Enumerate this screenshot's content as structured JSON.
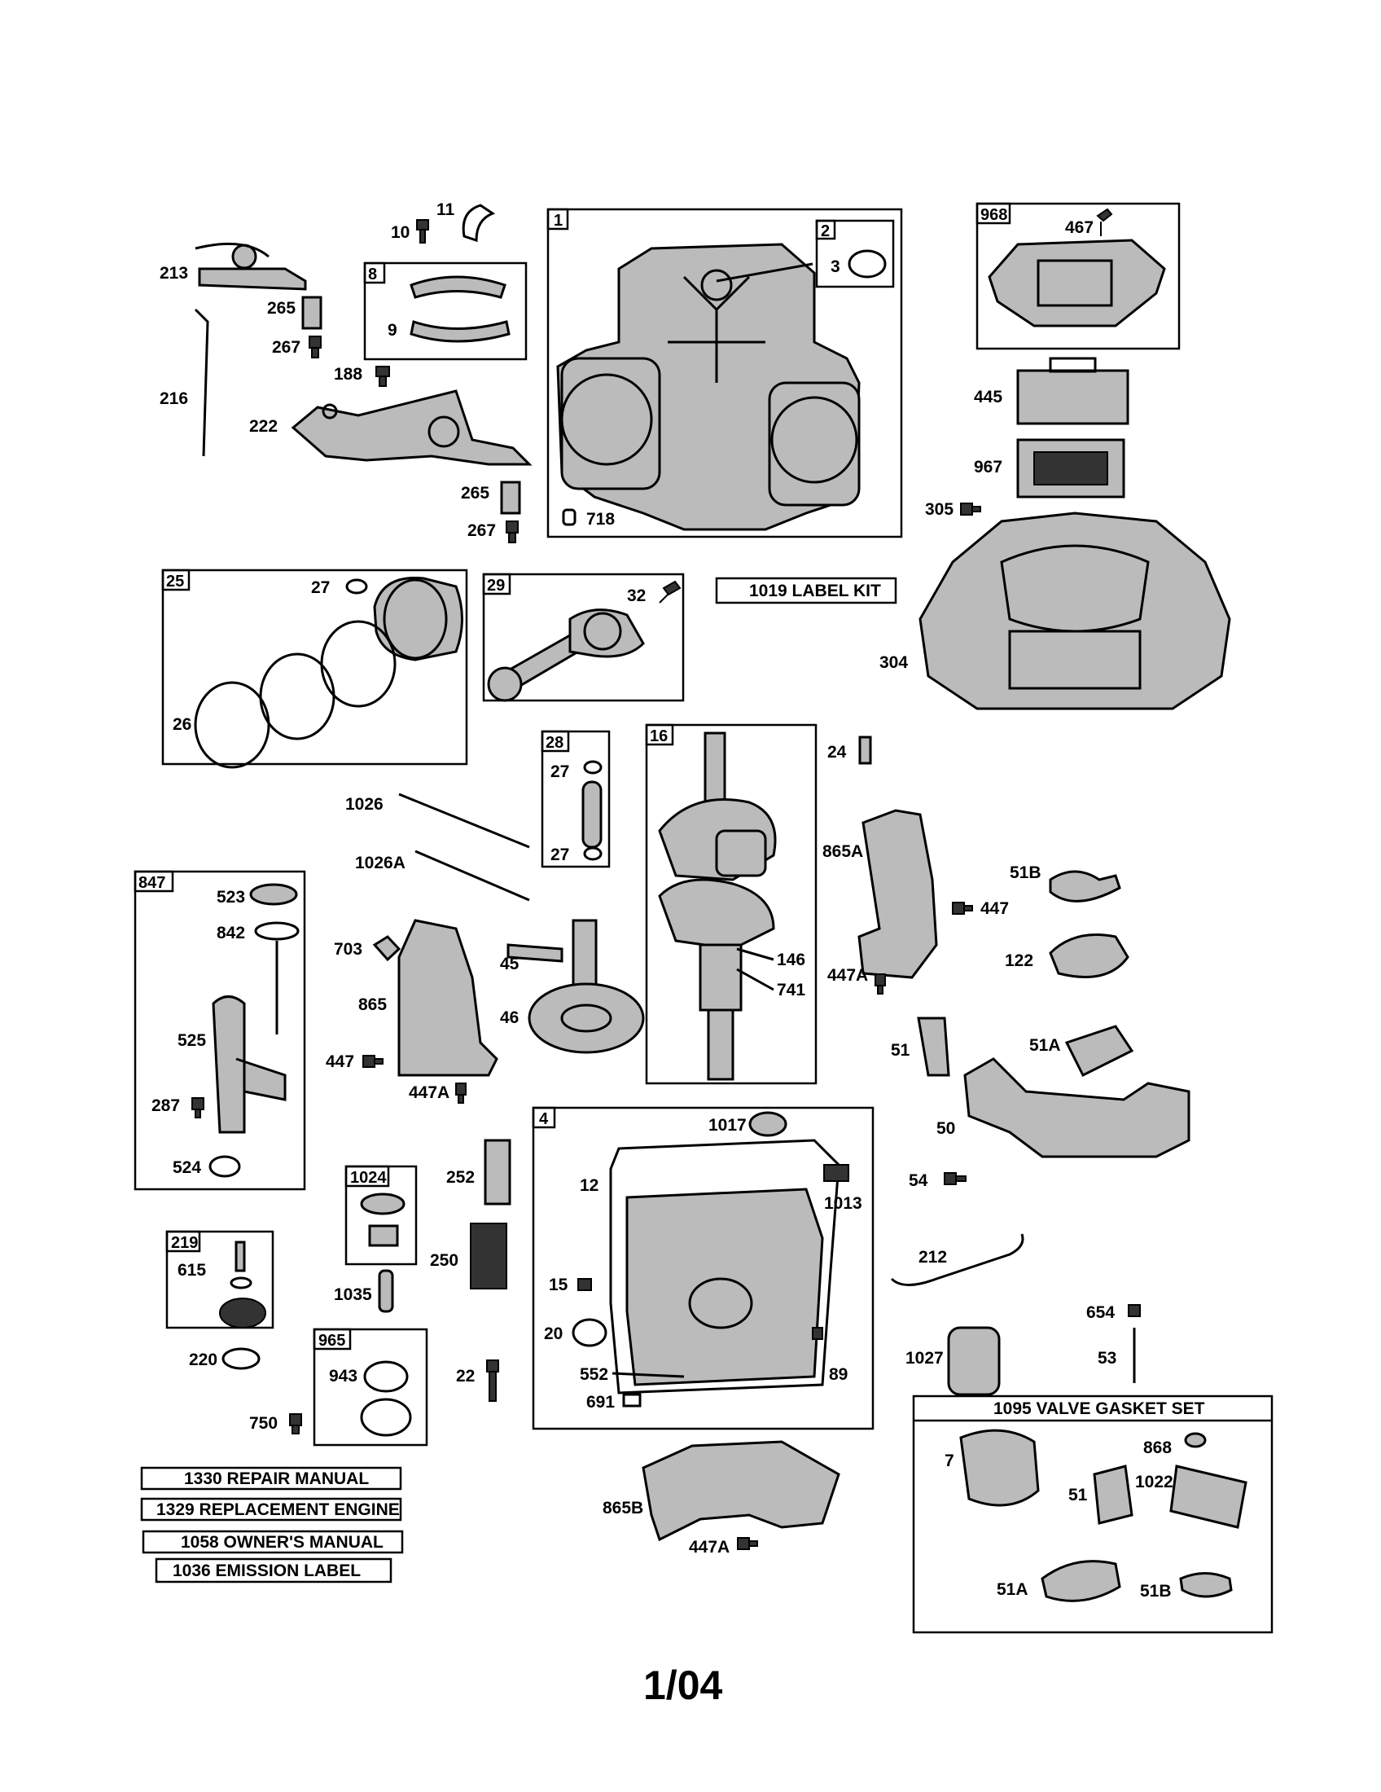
{
  "page": "1/04",
  "labels": [
    "213",
    "216",
    "265",
    "267",
    "10",
    "11",
    "8",
    "9",
    "188",
    "222",
    "265",
    "267",
    "1",
    "2",
    "3",
    "718",
    "968",
    "467",
    "445",
    "967",
    "305",
    "304",
    "25",
    "27",
    "26",
    "29",
    "32",
    "28",
    "27",
    "27",
    "16",
    "146",
    "741",
    "24",
    "865A",
    "51B",
    "447",
    "122",
    "447A",
    "51",
    "51A",
    "50",
    "54",
    "1026",
    "1026A",
    "847",
    "523",
    "842",
    "525",
    "287",
    "524",
    "703",
    "865",
    "447",
    "447A",
    "45",
    "46",
    "4",
    "1017",
    "12",
    "1013",
    "15",
    "20",
    "552",
    "691",
    "89",
    "1024",
    "252",
    "250",
    "1035",
    "22",
    "219",
    "615",
    "220",
    "750",
    "965",
    "943",
    "212",
    "654",
    "53",
    "1027",
    "7",
    "868",
    "51",
    "1022",
    "51A",
    "51B",
    "865B",
    "447A"
  ],
  "kits": [
    "1019 LABEL KIT",
    "1330 REPAIR MANUAL",
    "1329 REPLACEMENT ENGINE",
    "1058 OWNER'S MANUAL",
    "1036 EMISSION LABEL",
    "1095 VALVE GASKET SET"
  ]
}
